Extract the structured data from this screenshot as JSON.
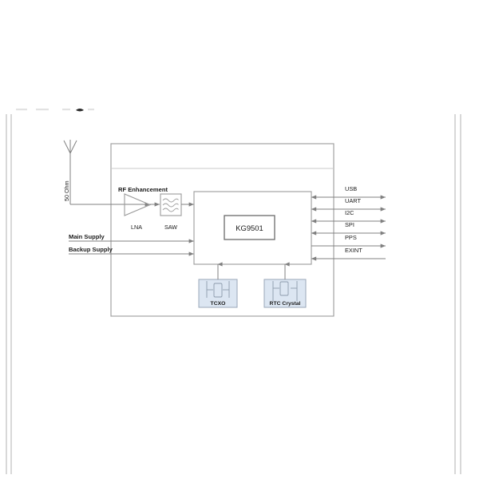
{
  "diagram": {
    "title_fragment": "",
    "antenna": {
      "impedance_label": "50 Ohm",
      "icon": "antenna-icon"
    },
    "rf_section": {
      "heading": "RF Enhancement",
      "blocks": [
        {
          "label": "LNA",
          "icon": "amplifier-triangle-icon"
        },
        {
          "label": "SAW",
          "icon": "saw-filter-wave-icon"
        }
      ]
    },
    "power_inputs": [
      {
        "label": "Main Supply"
      },
      {
        "label": "Backup Supply"
      }
    ],
    "chip": {
      "label": "KG9501"
    },
    "oscillators": [
      {
        "label": "TCXO",
        "icon": "crystal-icon"
      },
      {
        "label": "RTC Crystal",
        "icon": "crystal-icon"
      }
    ],
    "interfaces": [
      {
        "label": "USB",
        "direction": "bidirectional"
      },
      {
        "label": "UART",
        "direction": "bidirectional"
      },
      {
        "label": "I2C",
        "direction": "bidirectional"
      },
      {
        "label": "SPI",
        "direction": "bidirectional"
      },
      {
        "label": "PPS",
        "direction": "output"
      },
      {
        "label": "EXINT",
        "direction": "input"
      }
    ],
    "colors": {
      "line": "#808080",
      "box_border": "#9a9a9a",
      "chip_border": "#6b6b6b",
      "oscillator_fill": "#dce6f2",
      "text": "#1a1a1a",
      "frame": "#bdbdbd"
    }
  }
}
